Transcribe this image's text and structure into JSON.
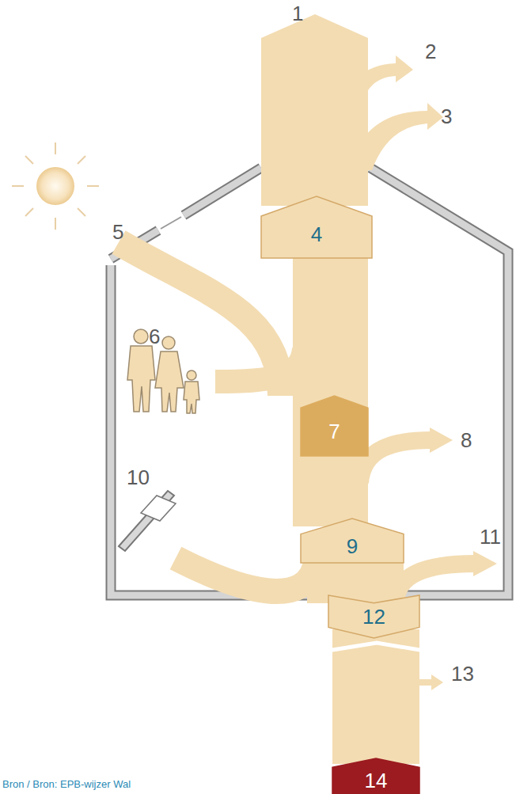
{
  "diagram": {
    "nodes": [
      {
        "text": [
          "4"
        ]
      },
      {
        "text": [
          "7"
        ]
      },
      {
        "text": [
          "9"
        ]
      },
      {
        "text": [
          "12"
        ]
      },
      {
        "text": [
          "14"
        ]
      }
    ],
    "labels": [
      "1",
      "2",
      "3",
      "5",
      "6",
      "8",
      "10",
      "11",
      "13",
      "Bron / Bron: EPB-wijzer Wal"
    ]
  }
}
